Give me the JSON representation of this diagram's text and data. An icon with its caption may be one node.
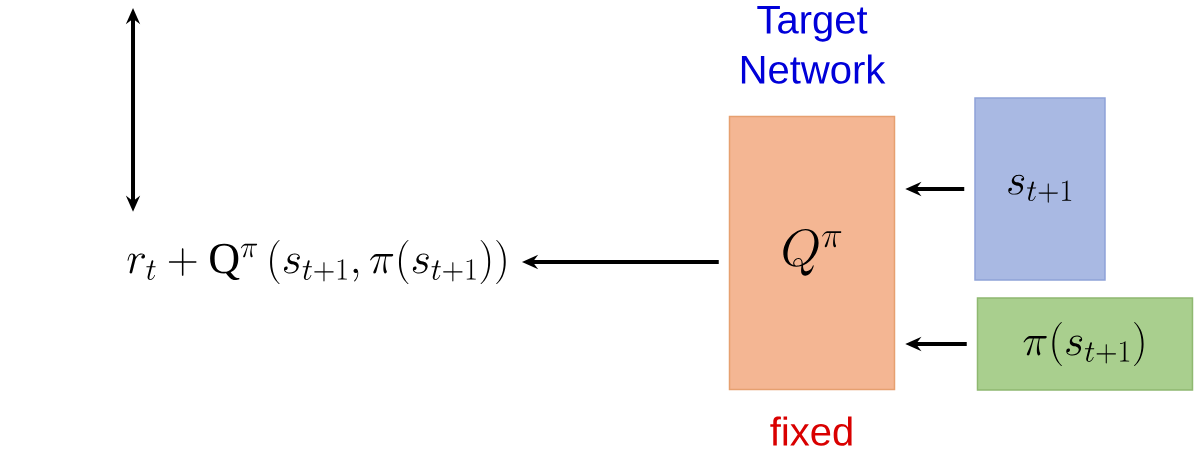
{
  "diagram": {
    "nodes": [
      {
        "text": [
          "r_t + \\mathrm{Q}^{\\pi}\\left(s_{t+1},\\pi(s_{t+1})\\right)"
        ]
      },
      {
        "text": [
          "Target Network",
          "Q^{\\pi}"
        ],
        "beside": [
          "fixed"
        ]
      },
      {
        "text": [
          "s_{t+1}"
        ]
      },
      {
        "text": [
          "\\pi(s_{t+1})"
        ]
      }
    ],
    "edges": [
      {
        "from": null,
        "to": 0,
        "arrow": "both"
      },
      {
        "from": 1,
        "to": 0,
        "arrow": "to"
      },
      {
        "from": 2,
        "to": 1,
        "arrow": "to"
      },
      {
        "from": 3,
        "to": 1,
        "arrow": "to"
      }
    ]
  }
}
